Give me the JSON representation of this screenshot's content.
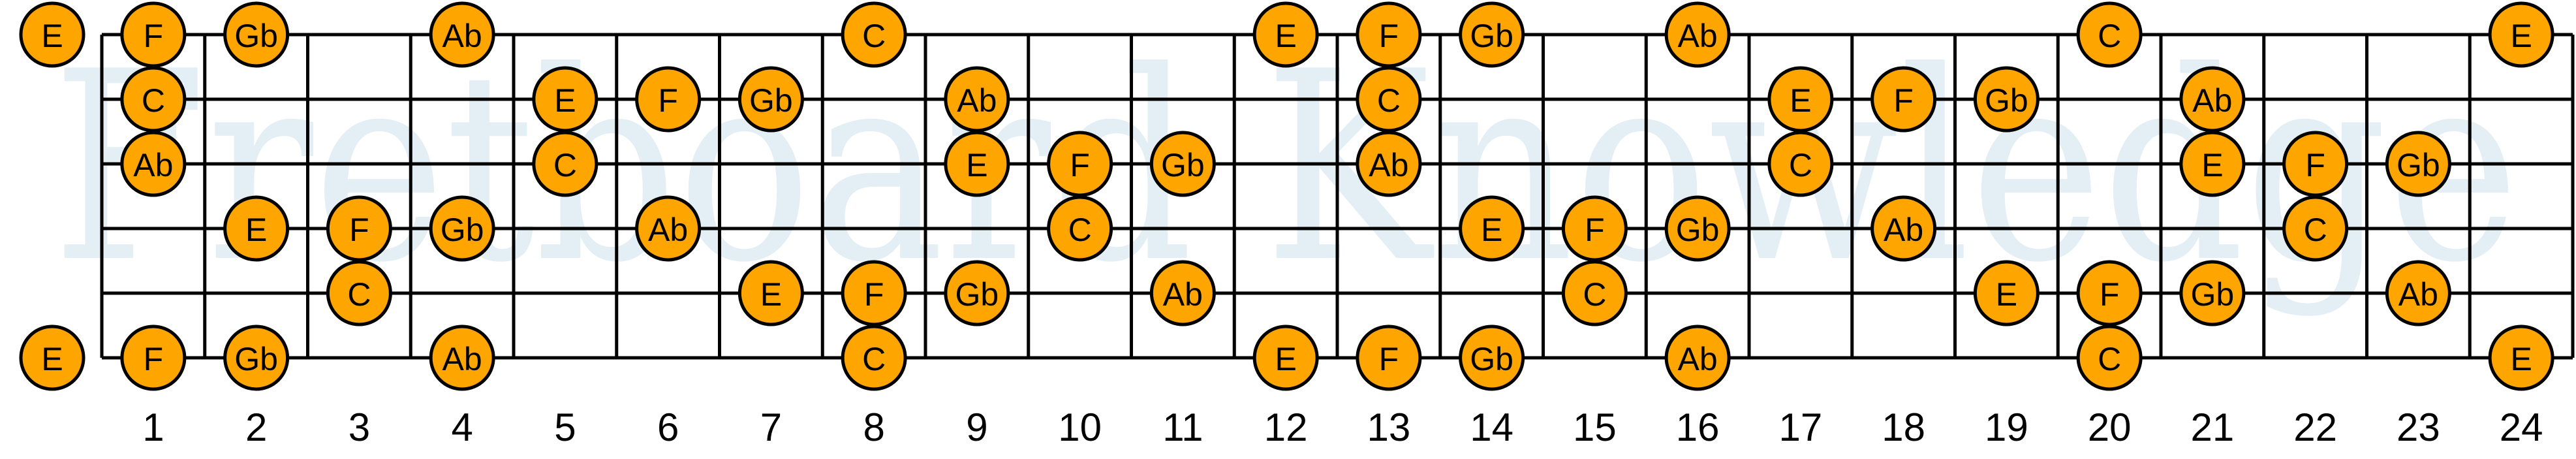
{
  "watermark": "Fretboard Knowledge",
  "colors": {
    "note_fill": "#ffa500",
    "watermark": "#e4eef5",
    "lines": "#000000"
  },
  "fret_count": 24,
  "fret_numbers": [
    "1",
    "2",
    "3",
    "4",
    "5",
    "6",
    "7",
    "8",
    "9",
    "10",
    "11",
    "12",
    "13",
    "14",
    "15",
    "16",
    "17",
    "18",
    "19",
    "20",
    "21",
    "22",
    "23",
    "24"
  ],
  "strings": [
    {
      "name": "high-e",
      "notes": [
        [
          0,
          "E"
        ],
        [
          1,
          "F"
        ],
        [
          2,
          "Gb"
        ],
        [
          4,
          "Ab"
        ],
        [
          8,
          "C"
        ],
        [
          12,
          "E"
        ],
        [
          13,
          "F"
        ],
        [
          14,
          "Gb"
        ],
        [
          16,
          "Ab"
        ],
        [
          20,
          "C"
        ],
        [
          24,
          "E"
        ]
      ]
    },
    {
      "name": "b",
      "notes": [
        [
          1,
          "C"
        ],
        [
          5,
          "E"
        ],
        [
          6,
          "F"
        ],
        [
          7,
          "Gb"
        ],
        [
          9,
          "Ab"
        ],
        [
          13,
          "C"
        ],
        [
          17,
          "E"
        ],
        [
          18,
          "F"
        ],
        [
          19,
          "Gb"
        ],
        [
          21,
          "Ab"
        ]
      ]
    },
    {
      "name": "g",
      "notes": [
        [
          1,
          "Ab"
        ],
        [
          5,
          "C"
        ],
        [
          9,
          "E"
        ],
        [
          10,
          "F"
        ],
        [
          11,
          "Gb"
        ],
        [
          13,
          "Ab"
        ],
        [
          17,
          "C"
        ],
        [
          21,
          "E"
        ],
        [
          22,
          "F"
        ],
        [
          23,
          "Gb"
        ]
      ]
    },
    {
      "name": "d",
      "notes": [
        [
          2,
          "E"
        ],
        [
          3,
          "F"
        ],
        [
          4,
          "Gb"
        ],
        [
          6,
          "Ab"
        ],
        [
          10,
          "C"
        ],
        [
          14,
          "E"
        ],
        [
          15,
          "F"
        ],
        [
          16,
          "Gb"
        ],
        [
          18,
          "Ab"
        ],
        [
          22,
          "C"
        ]
      ]
    },
    {
      "name": "a",
      "notes": [
        [
          3,
          "C"
        ],
        [
          7,
          "E"
        ],
        [
          8,
          "F"
        ],
        [
          9,
          "Gb"
        ],
        [
          11,
          "Ab"
        ],
        [
          15,
          "C"
        ],
        [
          19,
          "E"
        ],
        [
          20,
          "F"
        ],
        [
          21,
          "Gb"
        ],
        [
          23,
          "Ab"
        ]
      ]
    },
    {
      "name": "low-e",
      "notes": [
        [
          0,
          "E"
        ],
        [
          1,
          "F"
        ],
        [
          2,
          "Gb"
        ],
        [
          4,
          "Ab"
        ],
        [
          8,
          "C"
        ],
        [
          12,
          "E"
        ],
        [
          13,
          "F"
        ],
        [
          14,
          "Gb"
        ],
        [
          16,
          "Ab"
        ],
        [
          20,
          "C"
        ],
        [
          24,
          "E"
        ]
      ]
    }
  ]
}
